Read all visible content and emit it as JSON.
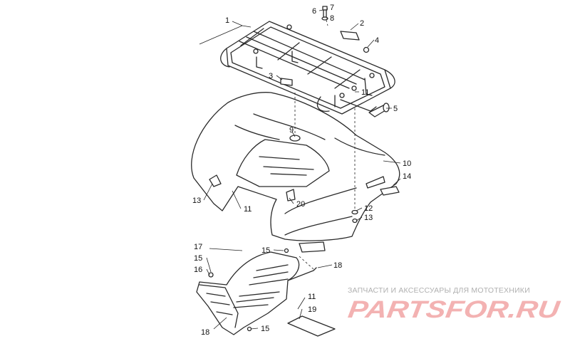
{
  "callouts": {
    "c1": "1",
    "c2": "2",
    "c3": "3",
    "c4": "4",
    "c5": "5",
    "c6": "6",
    "c7": "7",
    "c8": "8",
    "c9": "9",
    "c10": "10",
    "c11a": "11",
    "c11b": "11",
    "c11c": "11",
    "c12": "12",
    "c13a": "13",
    "c13b": "13",
    "c14": "14",
    "c15a": "15",
    "c15b": "15",
    "c15c": "15",
    "c16": "16",
    "c17": "17",
    "c18a": "18",
    "c18b": "18",
    "c19": "19",
    "c20": "20"
  },
  "watermark": {
    "subtitle": "ЗАПЧАСТИ И АКСЕССУАРЫ ДЛЯ МОТОТЕХНИКИ",
    "logo_text": "PARTSFOR.RU",
    "logo_color": "#f3b2b2"
  }
}
